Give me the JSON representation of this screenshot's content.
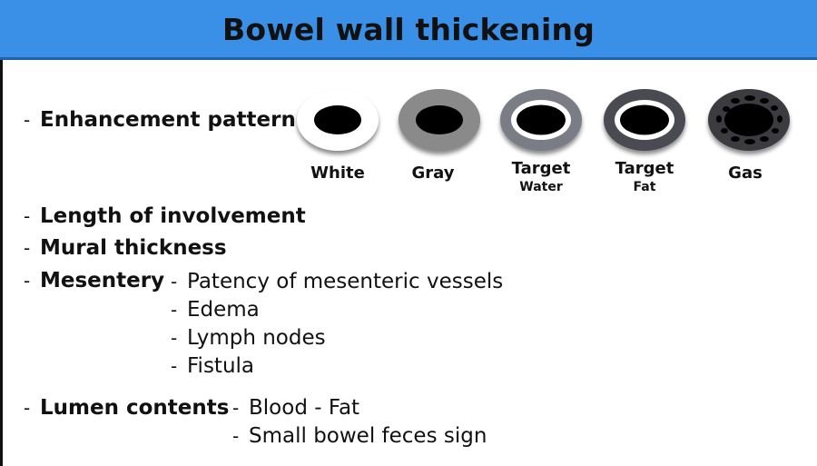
{
  "title": "Bowel wall thickening",
  "bullets": [
    {
      "dash": "-",
      "label": "Enhancement pattern"
    },
    {
      "dash": "-",
      "label": "Length of involvement"
    },
    {
      "dash": "-",
      "label": "Mural thickness"
    },
    {
      "dash": "-",
      "label": "Mesentery"
    },
    {
      "dash": "-",
      "label": "Lumen contents"
    }
  ],
  "mesentery_items": [
    {
      "dash": "-",
      "label": "Patency of mesenteric vessels"
    },
    {
      "dash": "-",
      "label": "Edema"
    },
    {
      "dash": "-",
      "label": "Lymph nodes"
    },
    {
      "dash": "-",
      "label": "Fistula"
    }
  ],
  "lumen_items": [
    {
      "dash": "-",
      "label": "Blood - Fat"
    },
    {
      "dash": "-",
      "label": "Small bowel feces sign"
    }
  ],
  "patterns": [
    {
      "label": "White",
      "sublabel": ""
    },
    {
      "label": "Gray",
      "sublabel": ""
    },
    {
      "label": "Target",
      "sublabel": "Water"
    },
    {
      "label": "Target",
      "sublabel": "Fat"
    },
    {
      "label": "Gas",
      "sublabel": ""
    }
  ],
  "colors": {
    "header_bg": "#3a8fe6",
    "white_wall": "#ffffff",
    "gray_wall": "#8a8a8a",
    "target_water_outer": "#7a7d86",
    "target_water_inner": "#ffffff",
    "target_fat_outer": "#4a4b52",
    "target_fat_inner": "#ffffff",
    "gas_wall": "#3c3c40",
    "lumen": "#000000"
  }
}
